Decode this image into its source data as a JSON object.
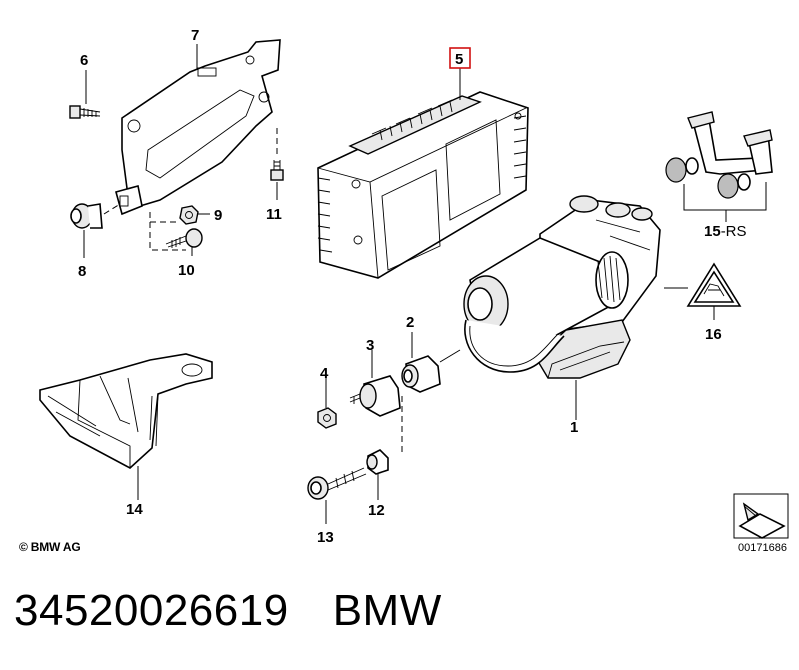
{
  "callouts": {
    "c1": "1",
    "c2": "2",
    "c3": "3",
    "c4": "4",
    "c5": "5",
    "c6": "6",
    "c7": "7",
    "c8": "8",
    "c9": "9",
    "c10": "10",
    "c11": "11",
    "c12": "12",
    "c13": "13",
    "c14": "14",
    "c15": "15",
    "c15_suffix": "-RS",
    "c16": "16"
  },
  "highlighted_callout": "5",
  "highlight_color": "#d11111",
  "copyright": "© BMW AG",
  "diagram_code": "00171686",
  "footer": {
    "part_number": "34520026619",
    "brand": "BMW"
  }
}
